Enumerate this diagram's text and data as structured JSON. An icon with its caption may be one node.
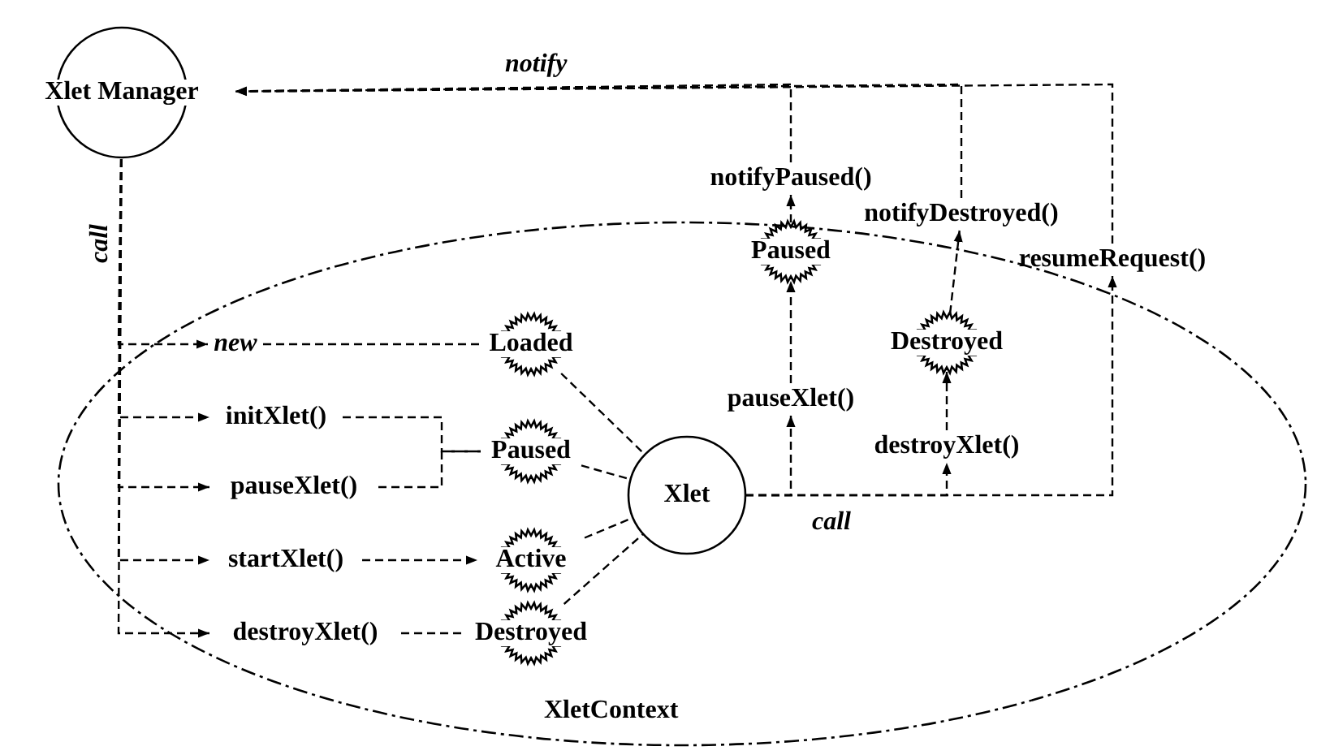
{
  "diagram": {
    "nodes": [
      {
        "text": [
          "Xlet Manager"
        ]
      },
      {
        "text": [
          "XletContext"
        ]
      },
      {
        "text": [
          "new"
        ],
        "in": 1
      },
      {
        "text": [
          "initXlet()"
        ],
        "in": 1
      },
      {
        "text": [
          "pauseXlet()"
        ],
        "in": 1
      },
      {
        "text": [
          "startXlet()"
        ],
        "in": 1
      },
      {
        "text": [
          "destroyXlet()"
        ],
        "in": 1
      },
      {
        "text": [
          "Loaded"
        ],
        "in": 1
      },
      {
        "text": [
          "Paused"
        ],
        "in": 1
      },
      {
        "text": [
          "Active"
        ],
        "in": 1
      },
      {
        "text": [
          "Destroyed"
        ],
        "in": 1
      },
      {
        "text": [
          "Xlet"
        ],
        "in": 1
      },
      {
        "text": [
          "pauseXlet()"
        ],
        "in": 1
      },
      {
        "text": [
          "destroyXlet()"
        ],
        "in": 1
      },
      {
        "text": [
          "Paused"
        ],
        "in": 1
      },
      {
        "text": [
          "Destroyed"
        ],
        "in": 1
      },
      {
        "text": [
          "notifyPaused()"
        ]
      },
      {
        "text": [
          "notifyDestroyed()"
        ]
      },
      {
        "text": [
          "resumeRequest()"
        ]
      }
    ],
    "edges": [
      {
        "from": 0,
        "to": 2,
        "arrow": "to",
        "style": "dashed",
        "label": "call"
      },
      {
        "from": 0,
        "to": 3,
        "arrow": "to",
        "style": "dashed"
      },
      {
        "from": 0,
        "to": 4,
        "arrow": "to",
        "style": "dashed"
      },
      {
        "from": 0,
        "to": 5,
        "arrow": "to",
        "style": "dashed"
      },
      {
        "from": 0,
        "to": 6,
        "arrow": "to",
        "style": "dashed"
      },
      {
        "from": 2,
        "to": 7,
        "arrow": "none",
        "style": "dashed"
      },
      {
        "from": 3,
        "to": 8,
        "arrow": "none",
        "style": "dashed"
      },
      {
        "from": 4,
        "to": 8,
        "arrow": "none",
        "style": "dashed"
      },
      {
        "from": 5,
        "to": 9,
        "arrow": "to",
        "style": "dashed"
      },
      {
        "from": 6,
        "to": 10,
        "arrow": "none",
        "style": "dashed"
      },
      {
        "from": 7,
        "to": 11,
        "arrow": "none",
        "style": "dashed"
      },
      {
        "from": 8,
        "to": 11,
        "arrow": "none",
        "style": "dashed"
      },
      {
        "from": 9,
        "to": 11,
        "arrow": "none",
        "style": "dashed"
      },
      {
        "from": 10,
        "to": 11,
        "arrow": "none",
        "style": "dashed"
      },
      {
        "from": 11,
        "to": 12,
        "arrow": "to",
        "style": "dashed",
        "label": "call"
      },
      {
        "from": 11,
        "to": 13,
        "arrow": "to",
        "style": "dashed"
      },
      {
        "from": 11,
        "to": 18,
        "arrow": "to",
        "style": "dashed"
      },
      {
        "from": 12,
        "to": 14,
        "arrow": "to",
        "style": "dashed"
      },
      {
        "from": 13,
        "to": 15,
        "arrow": "to",
        "style": "dashed"
      },
      {
        "from": 14,
        "to": 16,
        "arrow": "to",
        "style": "dashed"
      },
      {
        "from": 15,
        "to": 17,
        "arrow": "to",
        "style": "dashed"
      },
      {
        "from": 16,
        "to": 0,
        "arrow": "to",
        "style": "dashed",
        "label": "notify"
      },
      {
        "from": 17,
        "to": 0,
        "arrow": "to",
        "style": "dashed"
      },
      {
        "from": 18,
        "to": 0,
        "arrow": "to",
        "style": "dashed"
      }
    ]
  }
}
